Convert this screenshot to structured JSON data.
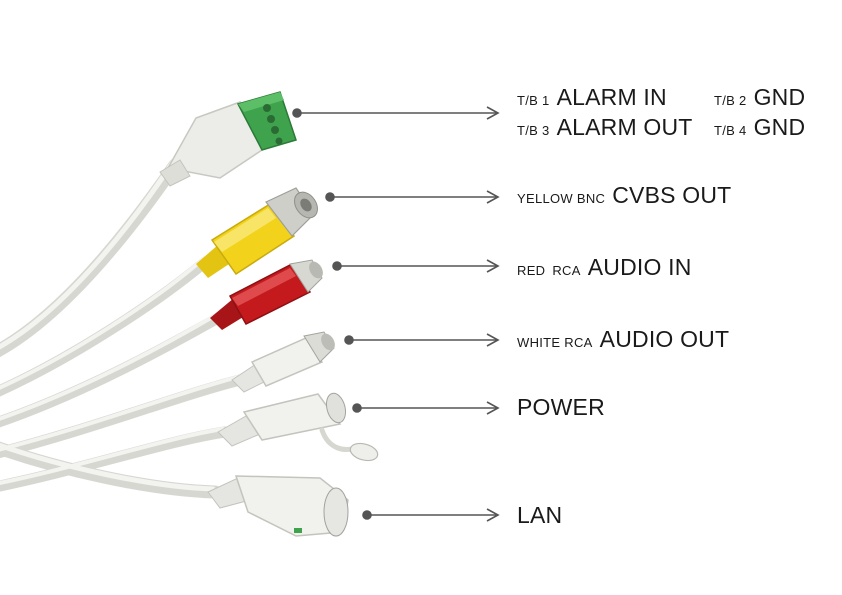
{
  "colors": {
    "cable": "#e8e8e4",
    "terminal_green": "#3fa34d",
    "yellow": "#f2d21a",
    "red": "#c41a1e",
    "white_plug": "#f1f1ee",
    "bnc_metal": "#cfcfca",
    "pointer": "#555555",
    "text": "#1a1a1a"
  },
  "connectors": [
    {
      "id": "terminal-block",
      "icon": "terminal-block-icon"
    },
    {
      "id": "yellow-bnc",
      "icon": "bnc-connector-icon"
    },
    {
      "id": "red-rca",
      "icon": "rca-connector-icon"
    },
    {
      "id": "white-rca",
      "icon": "rca-connector-icon"
    },
    {
      "id": "power",
      "icon": "dc-jack-icon"
    },
    {
      "id": "lan",
      "icon": "rj45-connector-icon"
    }
  ],
  "labels": {
    "tb1": {
      "prefix": "T/B 1",
      "name": "ALARM IN"
    },
    "tb2": {
      "prefix": "T/B 2",
      "name": "GND"
    },
    "tb3": {
      "prefix": "T/B 3",
      "name": "ALARM OUT"
    },
    "tb4": {
      "prefix": "T/B 4",
      "name": "GND"
    },
    "video": {
      "prefix": "YELLOW BNC",
      "name": "CVBS OUT"
    },
    "audio_in": {
      "prefix1": "RED",
      "prefix2": "RCA",
      "name": "AUDIO IN"
    },
    "audio_out": {
      "prefix": "WHITE RCA",
      "name": "AUDIO OUT"
    },
    "power": {
      "name": "POWER"
    },
    "lan": {
      "name": "LAN"
    }
  }
}
